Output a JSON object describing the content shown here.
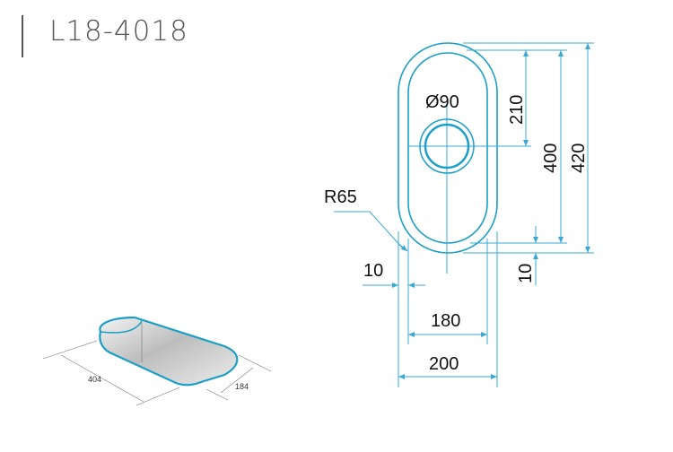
{
  "model": "L18-4018",
  "plan": {
    "hole_label": "Ø90",
    "radius_label": "R65",
    "dim_210": "210",
    "dim_400": "400",
    "dim_420": "420",
    "dim_10_bottom": "10",
    "dim_10_left": "10",
    "dim_180": "180",
    "dim_200": "200"
  },
  "perspective": {
    "length_label": "404",
    "width_label": "184"
  },
  "colors": {
    "outline": "#1a9fc7",
    "dimension": "#3aa9d6",
    "text": "#111111"
  }
}
